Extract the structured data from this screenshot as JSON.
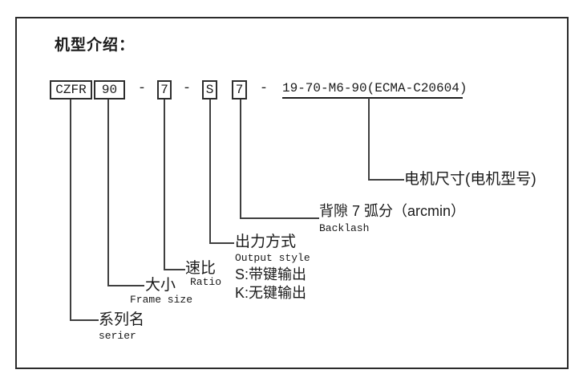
{
  "page": {
    "title": "机型介绍："
  },
  "model_code": {
    "segments": [
      {
        "type": "box",
        "text": "CZFR"
      },
      {
        "type": "box",
        "text": "90"
      },
      {
        "type": "dash",
        "text": "-"
      },
      {
        "type": "box",
        "text": "7"
      },
      {
        "type": "dash",
        "text": "-"
      },
      {
        "type": "box",
        "text": "S"
      },
      {
        "type": "box",
        "text": "7"
      },
      {
        "type": "dash",
        "text": "-"
      },
      {
        "type": "underline",
        "text": "19-70-M6-90(ECMA-C20604)"
      }
    ]
  },
  "callouts": {
    "series": {
      "zh": "系列名",
      "en": "serier"
    },
    "frame_size": {
      "zh": "大小",
      "en": "Frame size"
    },
    "ratio": {
      "zh": "速比",
      "en": "Ratio"
    },
    "output_style": {
      "zh": "出力方式",
      "en": "Output style",
      "option_s": "S:带键输出",
      "option_k": "K:无键输出"
    },
    "backlash": {
      "zh": "背隙 7 弧分（arcmin）",
      "en": "Backlash"
    },
    "motor": {
      "zh": "电机尺寸(电机型号)"
    }
  },
  "colors": {
    "line": "#3f3f3f",
    "border": "#2b2b2b",
    "text": "#1a1a1a",
    "background": "#ffffff"
  }
}
